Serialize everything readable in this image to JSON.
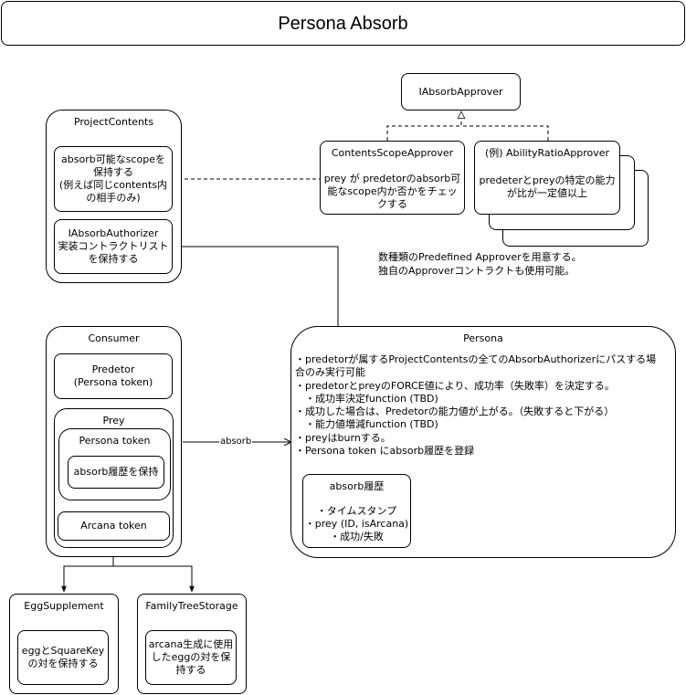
{
  "title": "Persona Absorb",
  "approver_interface": {
    "label": "IAbsorbApprover"
  },
  "contents_scope_approver": {
    "title": "ContentsScopeApprover",
    "body": "prey が predetorのabsorb可\n能なscope内か否かをチェッ\nクする"
  },
  "ability_ratio_approver": {
    "title": "(例) AbilityRatioApprover",
    "body": "predeterとpreyの特定の能力\nが比が一定値以上"
  },
  "approver_note": "数種類のPredefined Approverを用意する。\n独自のApproverコントラクトも使用可能。",
  "project_contents": {
    "title": "ProjectContents",
    "scope_box": "absorb可能なscopeを\n保持する\n(例えば同じcontents内\nの相手のみ)",
    "authorizer_box": "IAbsorbAuthorizer\n実装コントラクトリスト\nを保持する"
  },
  "consumer": {
    "title": "Consumer",
    "predetor": "Predetor\n(Persona token)",
    "prey": {
      "title": "Prey",
      "persona_token": {
        "title": "Persona token",
        "history": "absorb履歴を保持"
      },
      "arcana_token": "Arcana token"
    }
  },
  "edge_absorb": "absorb",
  "persona": {
    "title": "Persona",
    "rules": "・predetorが属するProjectContentsの全てのAbsorbAuthorizerにパスする場\n合のみ実行可能\n・predetorとpreyのFORCE値により、成功率（失敗率）を決定する。\n　・成功率決定function (TBD)\n・成功した場合は、Predetorの能力値が上がる。（失敗すると下がる）\n　・能力値増減function (TBD)\n・preyはburnする。\n・Persona token にabsorb履歴を登録",
    "history": {
      "title": "absorb履歴",
      "items": "・タイムスタンプ\n・prey (ID, isArcana)\n・成功/失敗"
    }
  },
  "egg_supplement": {
    "title": "EggSupplement",
    "body": "eggとSquareKey\nの対を保持する"
  },
  "family_tree_storage": {
    "title": "FamilyTreeStorage",
    "body": "arcana生成に使用\nしたeggの対を保\n持する"
  }
}
